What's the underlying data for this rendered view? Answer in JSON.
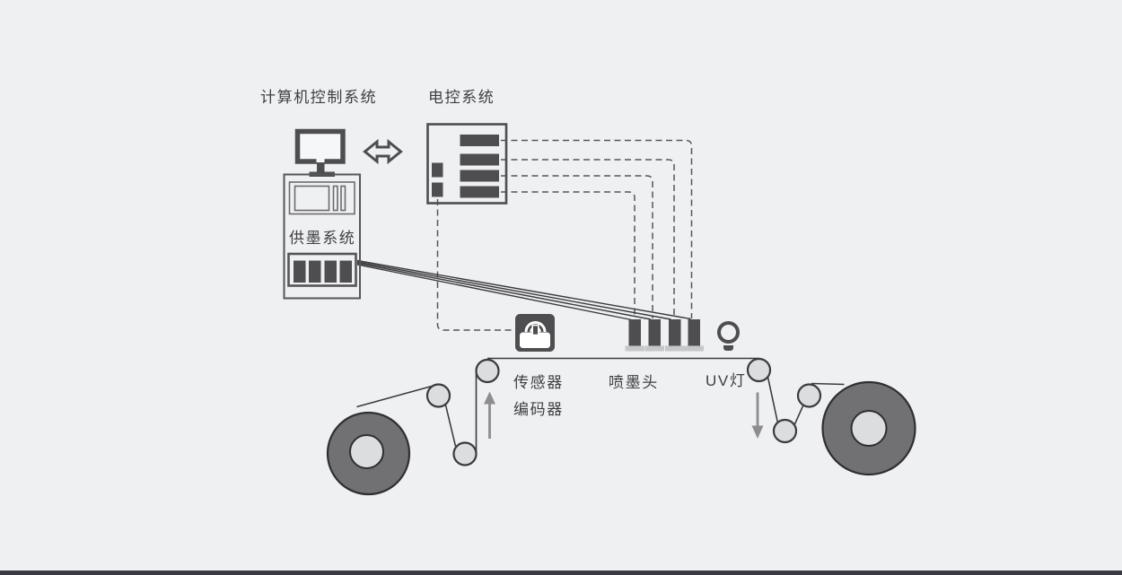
{
  "diagram": {
    "labels": {
      "computer_control": "计算机控制系统",
      "electric_control": "电控系统",
      "ink_supply": "供墨系统",
      "sensor": "传感器",
      "encoder": "编码器",
      "inkjet_head": "喷墨头",
      "uv_lamp": "UV灯"
    },
    "colors": {
      "background": "#eff0f2",
      "dark_shape": "#4e4e50",
      "box_outline": "#55555a",
      "solid_line": "#3b3b3d",
      "dashed_line": "#55565b",
      "roller_fill": "#dcddde",
      "reel_ring": "#717173",
      "reel_edge": "#2f2f31",
      "head_pad": "#c6c7c9",
      "flow_arrow": "#8d8d90",
      "label_text": "#3f3f41",
      "bottom_bar": "#383b41"
    },
    "icons": {
      "computer": "monitor-and-tower-icon",
      "sync": "double-arrow-icon",
      "control_box": "circuit-board-icon",
      "ink_cartridges": "ink-cartridge-bars-icon",
      "sensor": "signal-sensor-icon",
      "inkjet_heads": "print-head-bars-icon",
      "uv": "light-bulb-icon",
      "media": "web-rollers-and-reels-icon"
    }
  }
}
